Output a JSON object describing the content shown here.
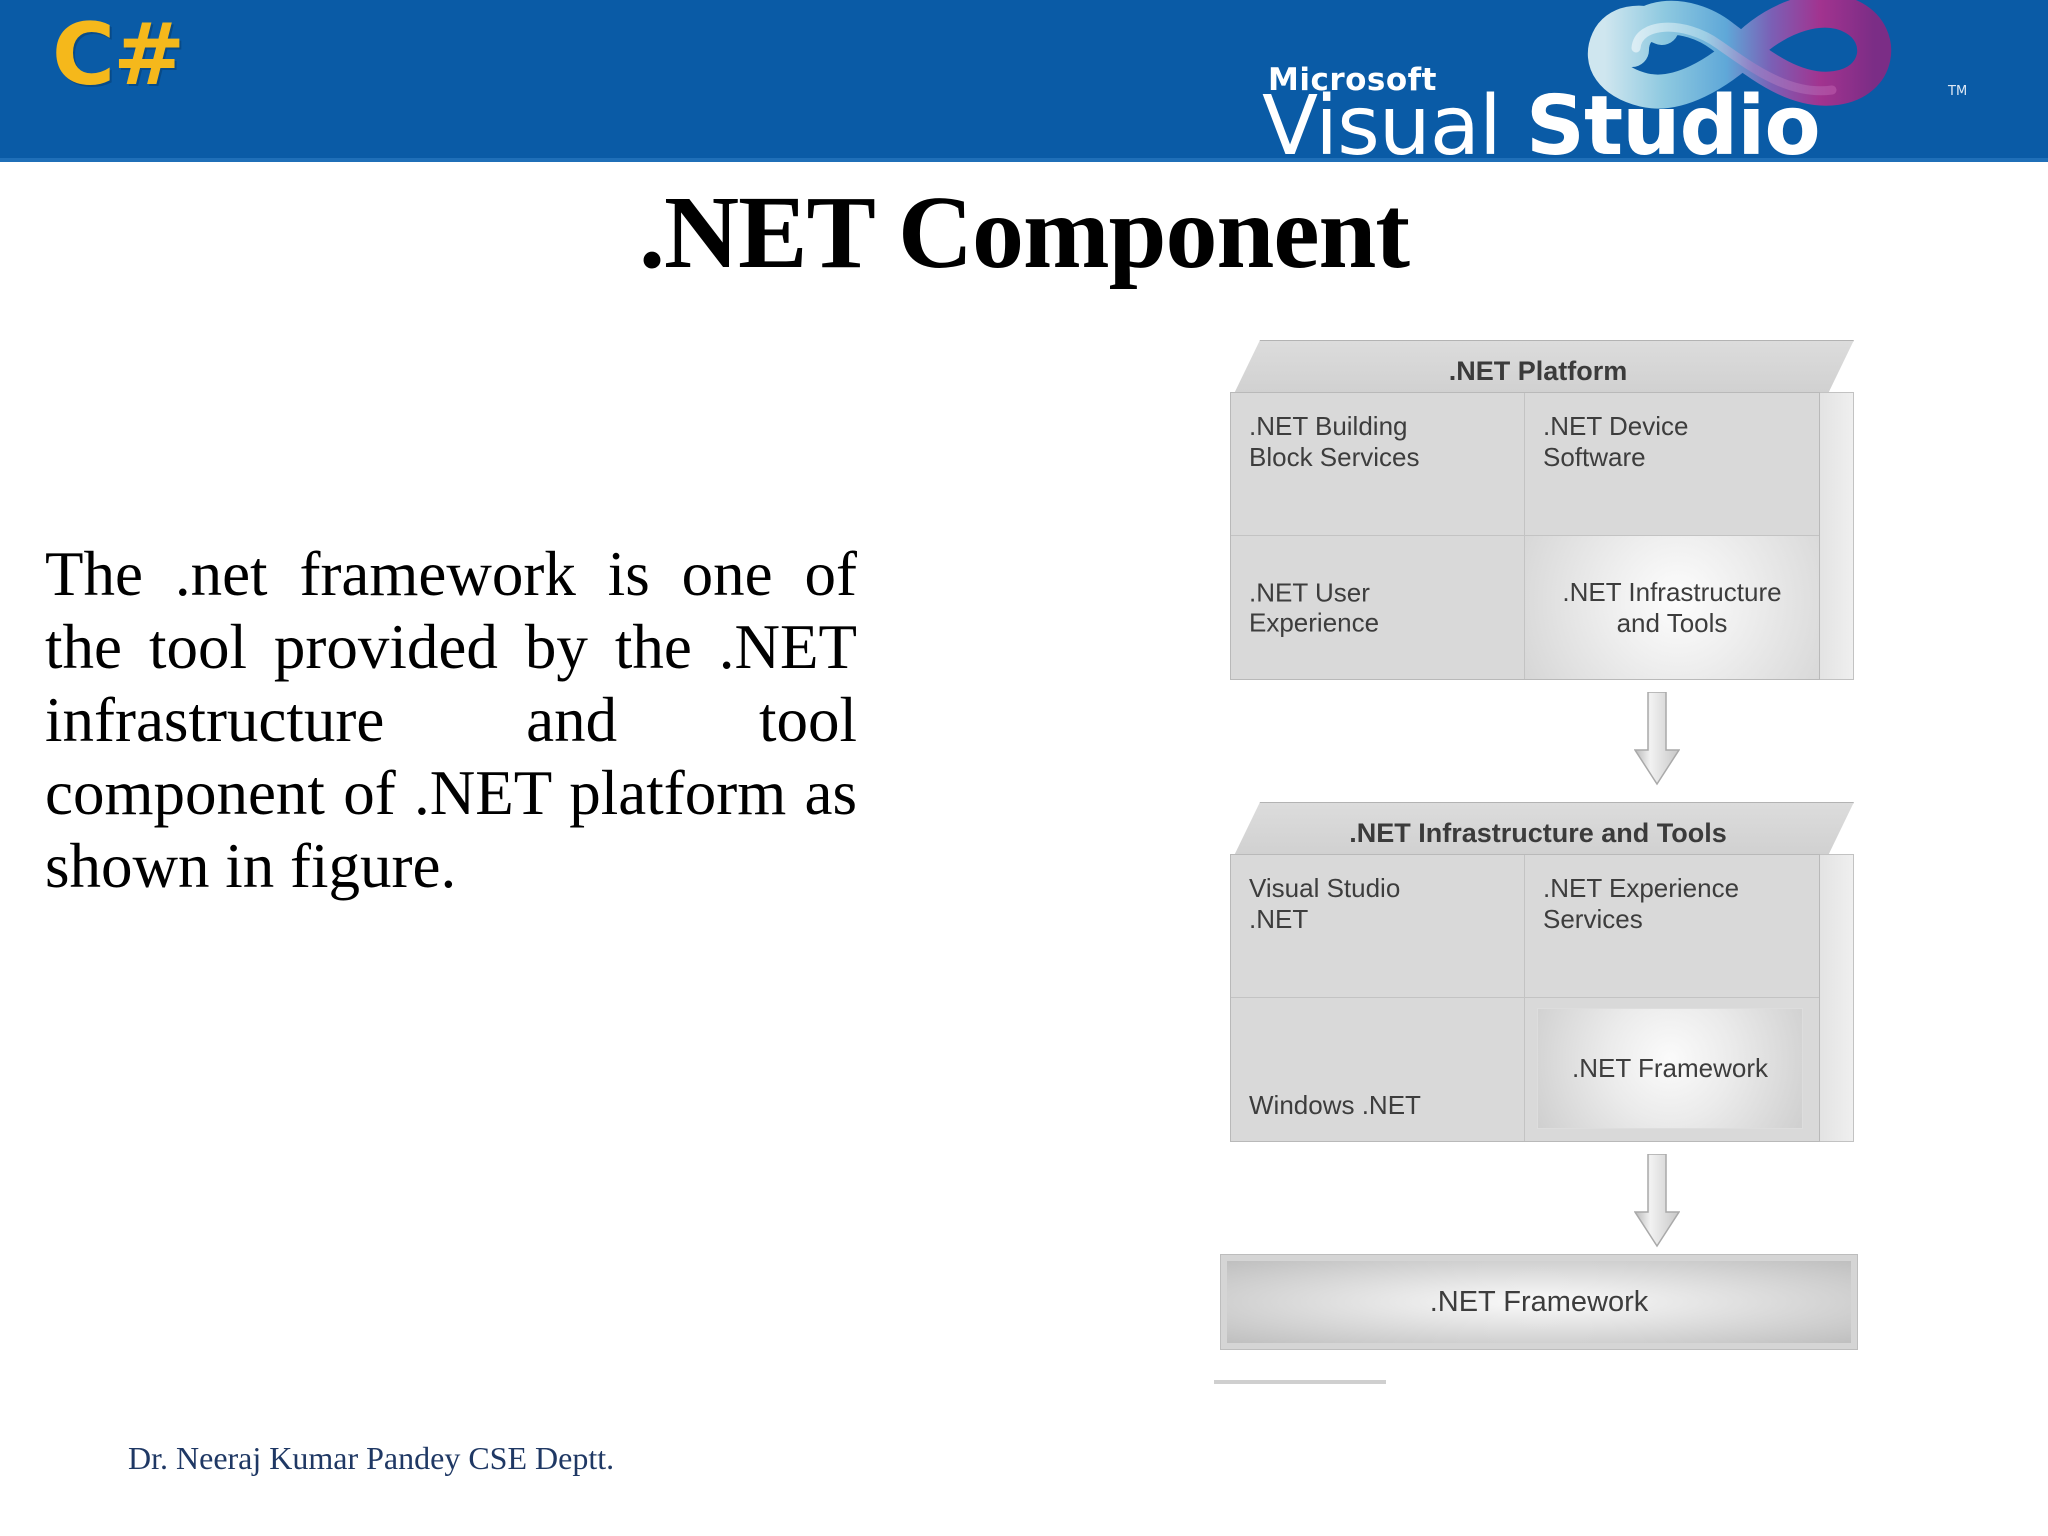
{
  "header": {
    "csharp_logo": "C#",
    "microsoft_label": "Microsoft",
    "visual_label": "Visual",
    "studio_label": "Studio",
    "trademark": "TM",
    "background_color": "#0a5ba6",
    "logo_color": "#f5b81b"
  },
  "title": ".NET Component",
  "body": {
    "paragraph": "The .net framework is one of the tool provided by the .NET infrastructure and tool component of .NET platform as shown in figure."
  },
  "footer": {
    "text": "Dr. Neeraj Kumar Pandey CSE Deptt.",
    "color": "#1f3864"
  },
  "diagram": {
    "boxes": [
      {
        "title": ".NET Platform",
        "cells": [
          {
            "label": ".NET Building\nBlock Services",
            "highlighted": false,
            "align": "top-left"
          },
          {
            "label": ".NET Device\nSoftware",
            "highlighted": false,
            "align": "top-left"
          },
          {
            "label": ".NET User\nExperience",
            "highlighted": false,
            "align": "middle-left"
          },
          {
            "label": ".NET Infrastructure\nand Tools",
            "highlighted": true,
            "align": "middle-center"
          }
        ]
      },
      {
        "title": ".NET Infrastructure and Tools",
        "cells": [
          {
            "label": "Visual Studio\n.NET",
            "highlighted": false,
            "align": "top-left"
          },
          {
            "label": ".NET Experience\nServices",
            "highlighted": false,
            "align": "top-left"
          },
          {
            "label": "Windows .NET",
            "highlighted": false,
            "align": "bottom-left"
          },
          {
            "label": ".NET Framework",
            "highlighted": true,
            "align": "middle-center"
          }
        ]
      }
    ],
    "bottom_bar": {
      "label": ".NET Framework"
    },
    "arrows": [
      {
        "name": "arrow-platform-to-infrastructure"
      },
      {
        "name": "arrow-infrastructure-to-framework"
      }
    ]
  }
}
